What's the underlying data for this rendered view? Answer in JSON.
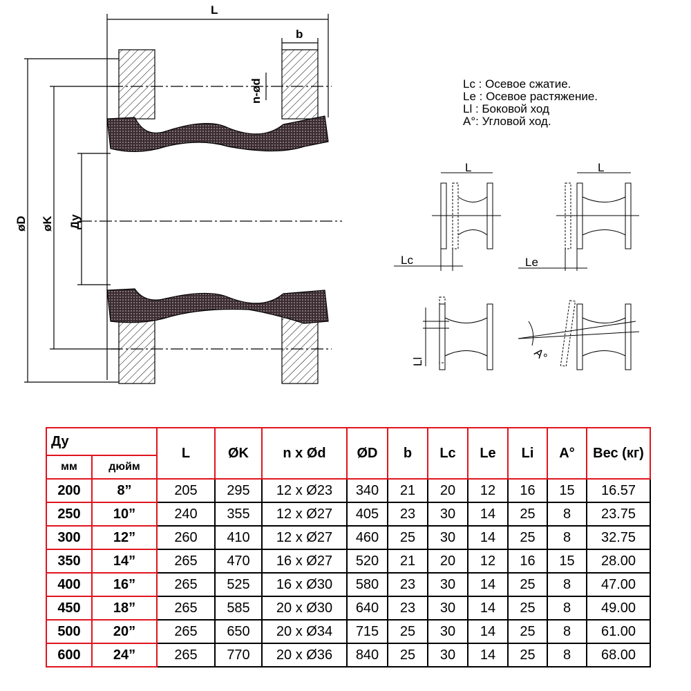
{
  "drawing": {
    "L": "L",
    "b": "b",
    "nd": "n-ød",
    "D": "øD",
    "K": "øK",
    "Du": "Ду"
  },
  "legend": [
    "Lc : Осевое сжатие.",
    "Le : Осевое растяжение.",
    "Ll : Боковой ход",
    "A°: Угловой ход."
  ],
  "mini": {
    "L1": "L",
    "L2": "L",
    "Lc": "Lc",
    "Le": "Le",
    "Ll": "Ll",
    "A": "A°"
  },
  "table": {
    "headers": {
      "du": "Ду",
      "mm": "мм",
      "inch": "дюйм",
      "L": "L",
      "K": "ØK",
      "nd": "n x Ød",
      "D": "ØD",
      "b": "b",
      "Lc": "Lc",
      "Le": "Le",
      "Li": "Li",
      "A": "A°",
      "weight": "Вес (кг)"
    },
    "rows": [
      [
        "200",
        "8”",
        "205",
        "295",
        "12 x Ø23",
        "340",
        "21",
        "20",
        "12",
        "16",
        "15",
        "16.57"
      ],
      [
        "250",
        "10”",
        "240",
        "355",
        "12 x Ø27",
        "405",
        "23",
        "30",
        "14",
        "25",
        "8",
        "23.75"
      ],
      [
        "300",
        "12”",
        "260",
        "410",
        "12 x Ø27",
        "460",
        "25",
        "30",
        "14",
        "25",
        "8",
        "32.75"
      ],
      [
        "350",
        "14”",
        "265",
        "470",
        "16 x Ø27",
        "520",
        "21",
        "20",
        "12",
        "16",
        "15",
        "28.00"
      ],
      [
        "400",
        "16”",
        "265",
        "525",
        "16 x Ø30",
        "580",
        "23",
        "30",
        "14",
        "25",
        "8",
        "47.00"
      ],
      [
        "450",
        "18”",
        "265",
        "585",
        "20 x Ø30",
        "640",
        "23",
        "30",
        "14",
        "25",
        "8",
        "49.00"
      ],
      [
        "500",
        "20”",
        "265",
        "650",
        "20 x Ø34",
        "715",
        "25",
        "30",
        "14",
        "25",
        "8",
        "61.00"
      ],
      [
        "600",
        "24”",
        "265",
        "770",
        "20 x Ø36",
        "840",
        "25",
        "30",
        "14",
        "25",
        "8",
        "68.00"
      ]
    ]
  }
}
